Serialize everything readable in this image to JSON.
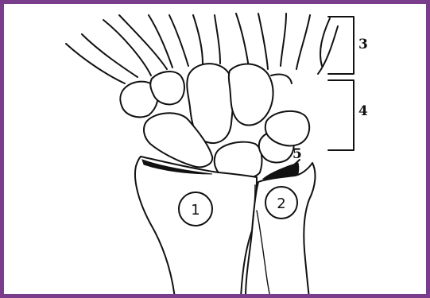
{
  "labels": {
    "radius": "1",
    "ulna": "2",
    "distal_row": "3",
    "proximal_row": "4",
    "disc": "5"
  }
}
